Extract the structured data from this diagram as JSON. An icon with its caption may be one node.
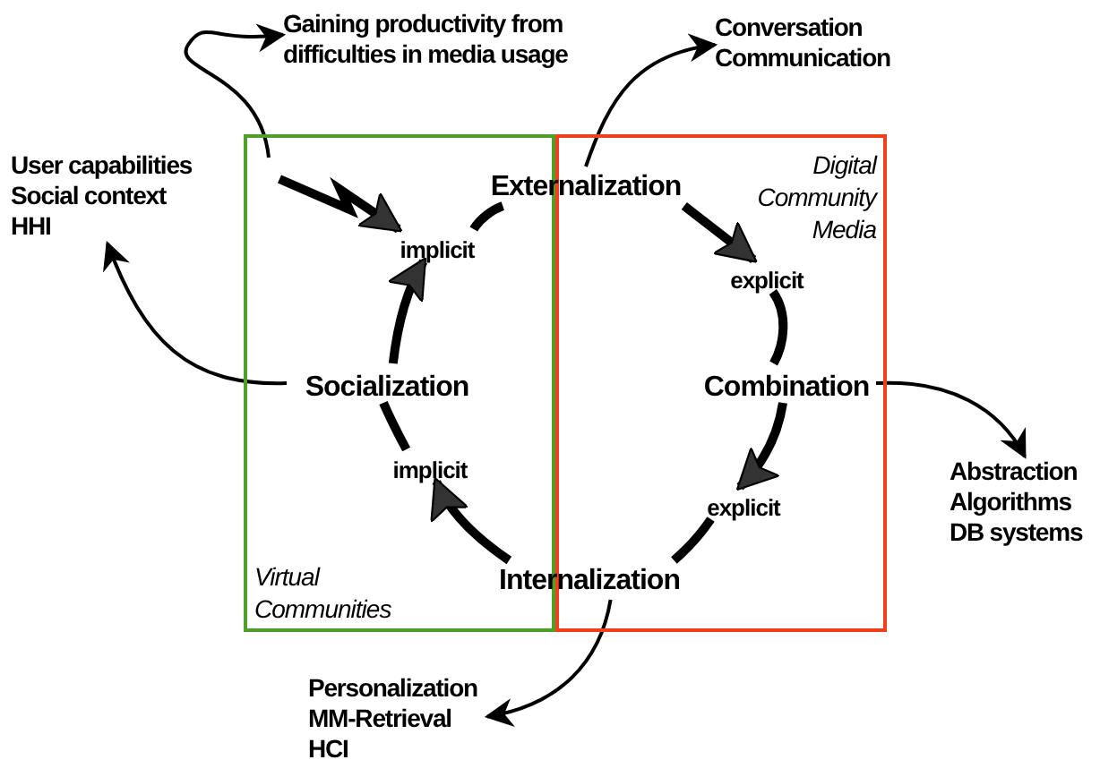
{
  "diagram": {
    "nodes": [
      {
        "text": [
          "Virtual Communities"
        ]
      },
      {
        "text": [
          "Digital Community Media"
        ]
      },
      {
        "text": [
          "Externalization"
        ]
      },
      {
        "text": [
          "Combination"
        ],
        "in": 1
      },
      {
        "text": [
          "Internalization"
        ]
      },
      {
        "text": [
          "Socialization"
        ],
        "in": 0
      },
      {
        "text": [
          "implicit"
        ],
        "in": 0
      },
      {
        "text": [
          "explicit"
        ],
        "in": 1
      },
      {
        "text": [
          "explicit"
        ],
        "in": 1
      },
      {
        "text": [
          "implicit"
        ],
        "in": 0
      },
      {
        "text": [
          "Gaining productivity from difficulties in media usage"
        ]
      },
      {
        "text": [
          "Conversation Communication"
        ]
      },
      {
        "text": [
          "User capabilities Social context HHI"
        ]
      },
      {
        "text": [
          "Abstraction Algorithms DB systems"
        ]
      },
      {
        "text": [
          "Personalization MM-Retrieval HCI"
        ]
      }
    ],
    "edges": [
      {
        "from": 2,
        "to": 7,
        "arrow": "to"
      },
      {
        "from": 7,
        "to": 3,
        "arrow": "none"
      },
      {
        "from": 3,
        "to": 8,
        "arrow": "to"
      },
      {
        "from": 8,
        "to": 4,
        "arrow": "none"
      },
      {
        "from": 4,
        "to": 9,
        "arrow": "to"
      },
      {
        "from": 9,
        "to": 5,
        "arrow": "none"
      },
      {
        "from": 5,
        "to": 6,
        "arrow": "to"
      },
      {
        "from": 6,
        "to": 2,
        "arrow": "none"
      },
      {
        "from": 3,
        "to": 13,
        "arrow": "to"
      },
      {
        "from": 4,
        "to": 14,
        "arrow": "to"
      },
      {
        "from": 5,
        "to": 12,
        "arrow": "to"
      },
      {
        "from": 2,
        "to": 11,
        "arrow": "to"
      },
      {
        "from": null,
        "to": 10,
        "arrow": "to"
      },
      {
        "from": null,
        "to": 6,
        "arrow": "to"
      }
    ]
  }
}
